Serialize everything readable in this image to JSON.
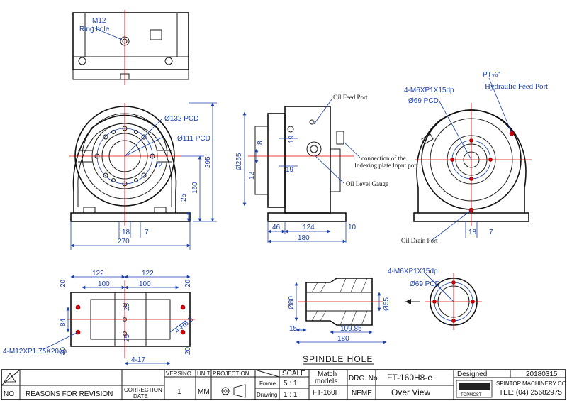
{
  "notes": {
    "m12": "M12",
    "ring_hole": "Ring hole",
    "oil_feed_port": "Oil Feed Port",
    "pt_label": "PT⅛\"",
    "hydraulic_feed_port": "Hydraulic Feed Port",
    "m6_top": "4-M6XP1X15dp",
    "phi69_top": "Ø69 PCD",
    "connection_line1": "connection of the",
    "connection_line2": "Indexing plate Input port",
    "oil_level_gauge": "Oil Level Gauge",
    "oil_drain_port": "Oil Drain Port",
    "m6_spindle": "4-M6XP1X15dp",
    "phi69_spindle": "Ø69 PCD",
    "spindle_hole": "SPINDLE HOLE",
    "m12_bottom": "4-M12XP1.75X20dp",
    "r85": "4-R8.5",
    "four_17": "4-17"
  },
  "dims": {
    "pcd132": "Ø132 PCD",
    "pcd111": "Ø111 PCD",
    "d72": "72",
    "d295": "295",
    "d160": "160",
    "d25_front": "25",
    "d18_front": "18",
    "d7_front": "7",
    "d270": "270",
    "phi255": "Ø255",
    "d19a": "19",
    "d8": "8",
    "d12": "12",
    "d19b": "19",
    "d46": "46",
    "d124": "124",
    "d10": "10",
    "d180_side": "180",
    "d18_rear": "18",
    "d7_rear": "7",
    "b122a": "122",
    "b122b": "122",
    "b100a": "100",
    "b100b": "100",
    "b20tl": "20",
    "b20tr": "20",
    "b84": "84",
    "b20bl": "20",
    "b20br": "20",
    "b25a": "25",
    "b25b": "25",
    "phi80": "Ø80",
    "phi55": "Ø55",
    "s15": "15",
    "s109": "109,85",
    "s180": "180"
  },
  "title_block": {
    "no_label": "NO",
    "reasons_label": "REASONS FOR REVISION",
    "correction_label1": "CORRECTION",
    "correction_label2": "DATE",
    "version_header": "VERSINO",
    "version_value": "1",
    "unit_header": "UNIT",
    "unit_value": "MM",
    "projection_header": "PROJECTION",
    "scale_header": "SCALE",
    "frame_label": "Frame",
    "frame_value": "5 : 1",
    "drawing_label": "Drawing",
    "drawing_value": "1 : 1",
    "match_header1": "Match",
    "match_header2": "models",
    "match_value": "FT-160H",
    "drg_header": "DRG. No.",
    "drg_value": "FT-160H8-e",
    "name_header": "NEME",
    "name_value": "Over View",
    "designed_label": "Designed",
    "date_value": "20180315",
    "company": "SPINTOP MACHINERY CO.,LTD.",
    "tel": "TEL: (04) 25682975",
    "logo_text": "TOPMOST"
  }
}
